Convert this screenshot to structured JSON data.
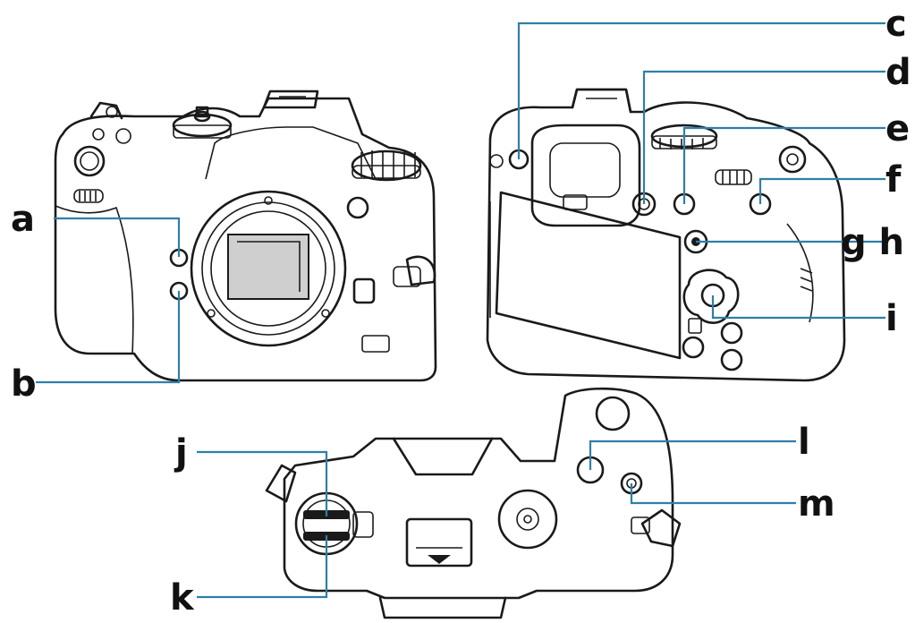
{
  "callouts": {
    "a": "a",
    "b": "b",
    "c": "c",
    "d": "d",
    "e": "e",
    "f": "f",
    "gh": "g h",
    "i": "i",
    "j": "j",
    "k": "k",
    "l": "l",
    "m": "m"
  },
  "colors": {
    "leader_line": "#2f7fa8",
    "outline": "#1a1a1a",
    "label": "#111111"
  }
}
